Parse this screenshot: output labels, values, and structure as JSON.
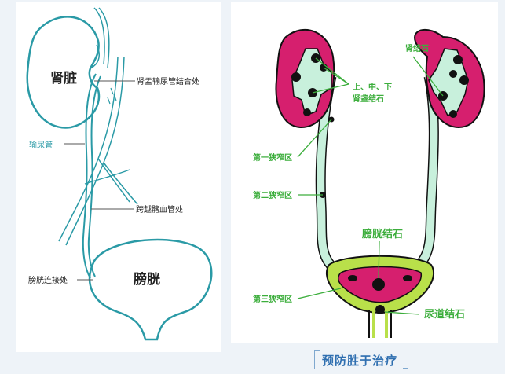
{
  "left_diagram": {
    "kidney": "肾脏",
    "bladder": "膀胱",
    "ureter": "输尿管",
    "junction_upj": "肾盂输尿管结合处",
    "iliac_crossing": "跨越髂血管处",
    "bladder_junction": "膀胱连接处"
  },
  "right_diagram": {
    "kidney_stone": "肾结石",
    "pelvis_stone": "上、中、下",
    "pelvis_stone_line2": "肾盏结石",
    "narrow1": "第一狭窄区",
    "narrow2": "第二狭窄区",
    "narrow3": "第三狭窄区",
    "bladder_stone": "膀胱结石",
    "urethra_stone": "尿道结石"
  },
  "caption": "预防胜于治疗",
  "colors": {
    "teal_outline": "#2a9aa6",
    "kidney_fill": "#d61f6e",
    "ureter_fill": "#c8f0dc",
    "bladder_outer": "#b9e04a",
    "label_green": "#3cae3c",
    "stone": "#111111",
    "caption_blue": "#2f6fb0"
  }
}
